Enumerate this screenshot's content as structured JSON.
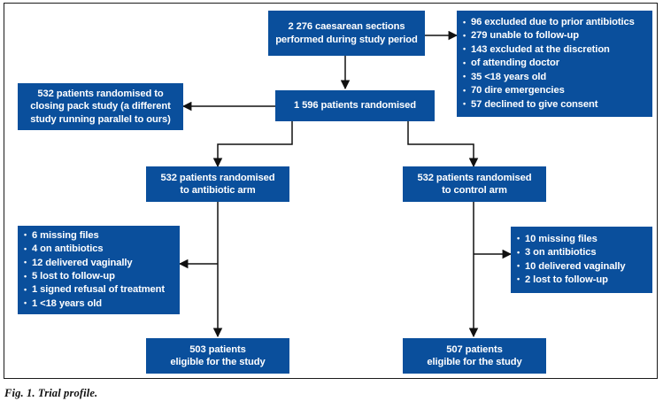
{
  "figure": {
    "caption": "Fig. 1. Trial profile.",
    "accent_color": "#0a4f9c",
    "line_color": "#111111",
    "frame_color": "#1a1a1a",
    "text_color": "#ffffff"
  },
  "nodes": {
    "source": {
      "line1": "2 276 caesarean sections",
      "line2": "performed during study period"
    },
    "excluded": {
      "items": [
        "96 excluded due to prior antibiotics",
        "279 unable to follow-up",
        "143 excluded at the discretion",
        "of attending doctor",
        "35 <18  years old",
        "70 dire emergencies",
        "57 declined to give consent"
      ]
    },
    "randomised": {
      "line1": "1 596 patients randomised"
    },
    "closing_pack": {
      "line1": "532 patients randomised to",
      "line2": "closing pack study (a different",
      "line3": "study running parallel to ours)"
    },
    "antibiotic_arm": {
      "line1": "532 patients randomised",
      "line2": "to antibiotic arm"
    },
    "control_arm": {
      "line1": "532 patients randomised",
      "line2": "to control arm"
    },
    "antibiotic_losses": {
      "items": [
        "6 missing files",
        "4 on antibiotics",
        "12 delivered vaginally",
        "5 lost to follow-up",
        "1 signed refusal of treatment",
        "1 <18 years old"
      ]
    },
    "control_losses": {
      "items": [
        "10 missing files",
        "3 on antibiotics",
        "10 delivered vaginally",
        "2 lost to follow-up"
      ]
    },
    "antibiotic_eligible": {
      "line1": "503 patients",
      "line2": "eligible for the study"
    },
    "control_eligible": {
      "line1": "507 patients",
      "line2": "eligible for the study"
    }
  }
}
